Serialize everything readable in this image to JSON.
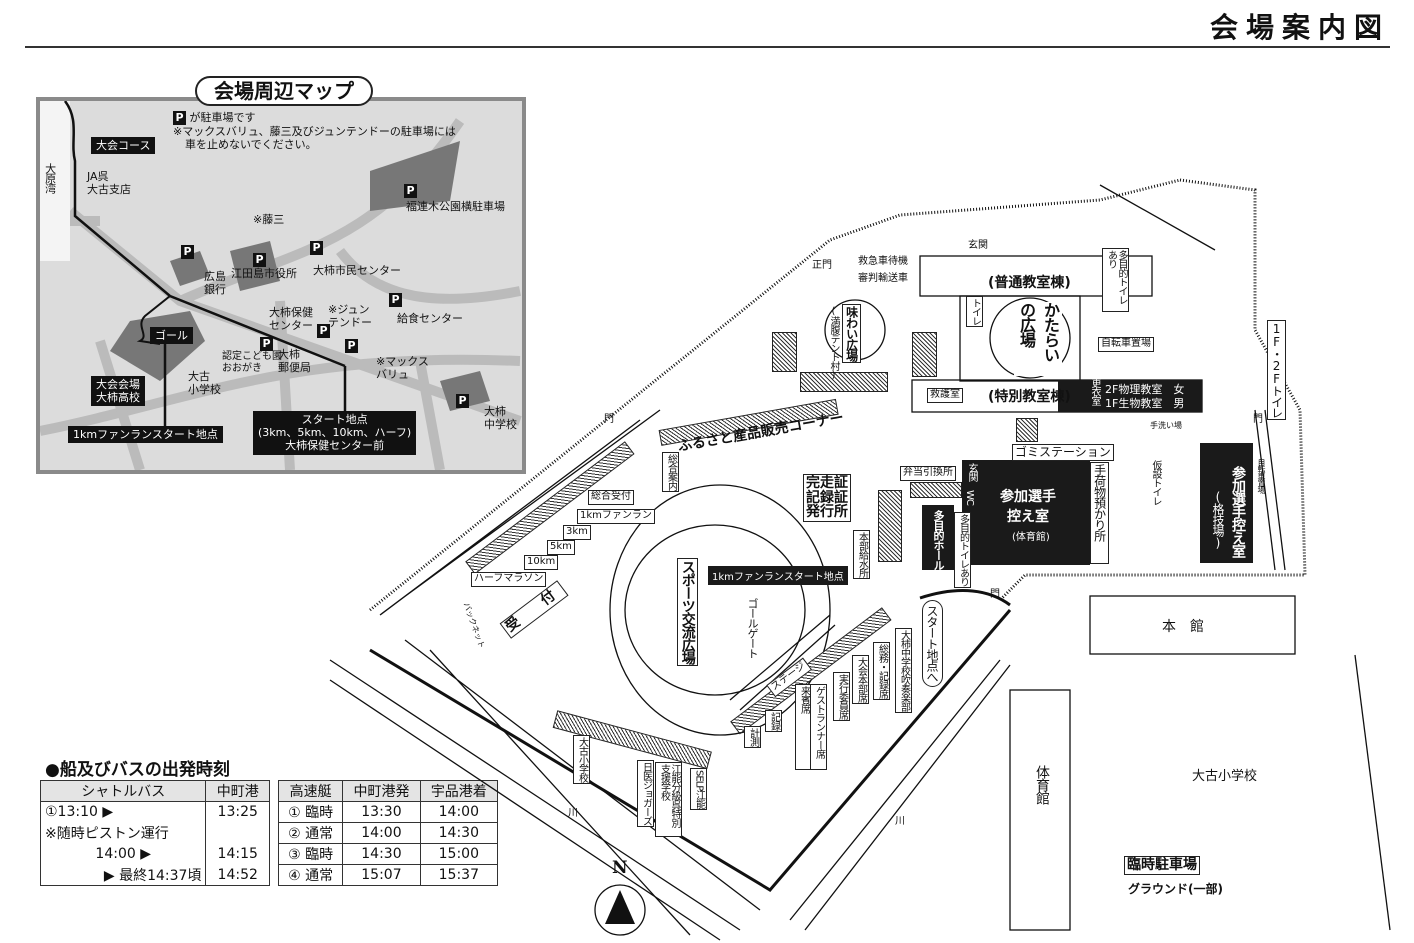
{
  "title": "会場案内図",
  "inset": {
    "title": "会場周辺マップ",
    "legend": "が駐車場です",
    "parking_symbol": "P",
    "note_line1": "※マックスバリュ、藤三及びジュンテンドーの駐車場には",
    "note_line2": "車を止めないでください。",
    "course": "大会コース",
    "ohara": "大原湾",
    "ja": "JA呉\n大古支店",
    "fujisan": "※藤三",
    "fukurenki": "福連木公園横駐車場",
    "hiroshima_bank": "広島\n銀行",
    "city_office": "江田島市役所",
    "civic_center": "大柿市民センター",
    "health_center": "大柿保健\nセンター",
    "juntendo": "※ジュン\nテンドー",
    "kyushoku": "給食センター",
    "goal": "ゴール",
    "kodomoen": "認定こども園\nおおがき",
    "post": "大柿\n郵便局",
    "maxvalu": "※マックス\nバリュ",
    "ogo_elem": "大古\n小学校",
    "oogaki_jh": "大柿\n中学校",
    "venue": "大会会場\n大柿高校",
    "funrun_start": "1kmファンランスタート地点",
    "start": "スタート地点\n(3km、5km、10km、ハーフ)\n大柿保健センター前"
  },
  "schedule": {
    "title": "●船及びバスの出発時刻",
    "bus_headers": [
      "シャトルバス",
      "中町港"
    ],
    "bus_rows": [
      [
        "①13:10 ▶",
        "13:25"
      ],
      [
        "※随時ピストン運行",
        ""
      ],
      [
        "14:00 ▶",
        "14:15"
      ],
      [
        "▶ 最終14:37頃",
        "14:52"
      ]
    ],
    "boat_headers": [
      "高速艇",
      "中町港発",
      "宇品港着"
    ],
    "boat_rows": [
      [
        "① 臨時",
        "13:30",
        "14:00"
      ],
      [
        "② 通常",
        "14:00",
        "14:30"
      ],
      [
        "③ 臨時",
        "14:30",
        "15:00"
      ],
      [
        "④ 通常",
        "15:07",
        "15:37"
      ]
    ]
  },
  "venue": {
    "seimon": "正門",
    "kyukyu": "救急車待機",
    "shinpan": "審判輸送車",
    "genkan": "玄関",
    "futsu": "(普通教室棟)",
    "toilet": "トイレ",
    "tamokuteki_toilet": "多目的トイレあり",
    "katarai": "かたらいの広場",
    "ajiwai": "味わい広場",
    "tenmaku": "(満腹テント村)",
    "jitensha": "自転車置場",
    "f12_toilet": "1F・2Fトイレ",
    "kyugo": "救護室",
    "tokubetsu": "(特別教室棟)",
    "koui": "更衣室",
    "f2": "2F物理教室　女",
    "f1": "1F生物教室　男",
    "mon": "門",
    "tearai": "手洗い場",
    "gomi": "ゴミステーション",
    "furusato": "ふるさと産品販売コーナー",
    "sogo_annai": "総合案内",
    "sogo_uketsuke": "総合受付",
    "funrun": "1kmファンラン",
    "km3": "3km",
    "km5": "5km",
    "km10": "10km",
    "half": "ハーフマラソン",
    "uketsuke": "受　付",
    "backnet": "バックネット",
    "sports": "スポーツ交流広場",
    "funrun_start": "1kmファンランスタート地点",
    "goal_gate": "ゴールゲート",
    "stage": "ステージ",
    "kanso": "完走証\n記録証\n発行所",
    "honbu_kyusui": "本部給水所",
    "bento": "弁当引換所",
    "tamoku_hall": "多目的ホール",
    "genkan2": "玄関",
    "wc": "WC",
    "sanka": "参加選手\n控え室",
    "taiikukan_p": "(体育館)",
    "tenimotsu": "手荷物預かり所",
    "kasetsu": "仮設トイレ",
    "kakugi": "参加選手控え室",
    "kakugi_p": "(格技場)",
    "jitensha2": "自転車置場",
    "start_he": "スタート地点へ",
    "seats": [
      "計測",
      "記録",
      "来賓席",
      "ゲストランナー席",
      "実行委員席",
      "大会本部席",
      "総務・記録席",
      "大柿中学校吹奏楽部"
    ],
    "booths": [
      "大古小学校",
      "日医ジョガーズ",
      "江能分級",
      "呉特別支援学校",
      "SELP江能"
    ],
    "kawa": "川",
    "honkan": "本　館",
    "taiikukan": "体育館",
    "ogo_elem": "大古小学校",
    "rinji": "臨時駐車場",
    "ground": "グラウンド(一部)",
    "north": "N"
  }
}
